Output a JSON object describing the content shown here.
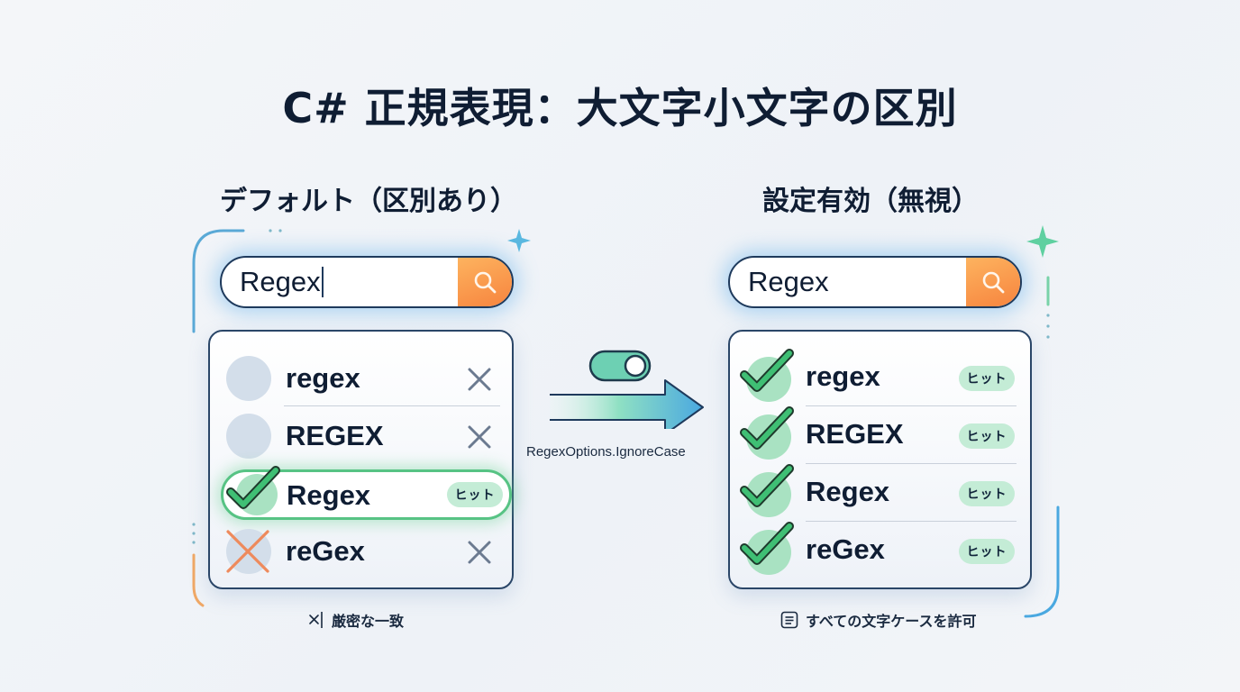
{
  "title": "C# 正規表現：大文字小文字の区別",
  "left_panel": {
    "heading": "デフォルト（区別あり）",
    "search": {
      "value": "Regex",
      "icon": "search-icon",
      "caret_visible": true
    },
    "results": [
      {
        "label": "regex",
        "status": "no-match",
        "marker": "gray-circle",
        "trailing": "x-icon"
      },
      {
        "label": "REGEX",
        "status": "no-match",
        "marker": "gray-circle",
        "trailing": "x-icon"
      },
      {
        "label": "Regex",
        "status": "match",
        "marker": "check-icon",
        "trailing": "badge",
        "badge": "ヒット"
      },
      {
        "label": "reGex",
        "status": "no-match",
        "marker": "orange-x-icon",
        "trailing": "x-icon"
      }
    ],
    "footer": {
      "icon": "x-bar-icon",
      "text": "厳密な一致"
    }
  },
  "middle": {
    "toggle_on": true,
    "arrow": "right-arrow",
    "option_label": "RegexOptions.IgnoreCase"
  },
  "right_panel": {
    "heading": "設定有効（無視）",
    "search": {
      "value": "Regex",
      "icon": "search-icon"
    },
    "results": [
      {
        "label": "regex",
        "status": "match",
        "badge": "ヒット"
      },
      {
        "label": "REGEX",
        "status": "match",
        "badge": "ヒット"
      },
      {
        "label": "Regex",
        "status": "match",
        "badge": "ヒット"
      },
      {
        "label": "reGex",
        "status": "match",
        "badge": "ヒット"
      }
    ],
    "footer": {
      "icon": "list-icon",
      "text": "すべての文字ケースを許可"
    }
  },
  "colors": {
    "title": "#0f1d33",
    "search_button": "#f7843e",
    "match_green": "#3fbf74",
    "badge_bg": "#c4ecd6",
    "nomatch_gray": "#6b7a90",
    "reject_orange": "#ee8a5c",
    "accent_blue": "#4aa8e0"
  }
}
